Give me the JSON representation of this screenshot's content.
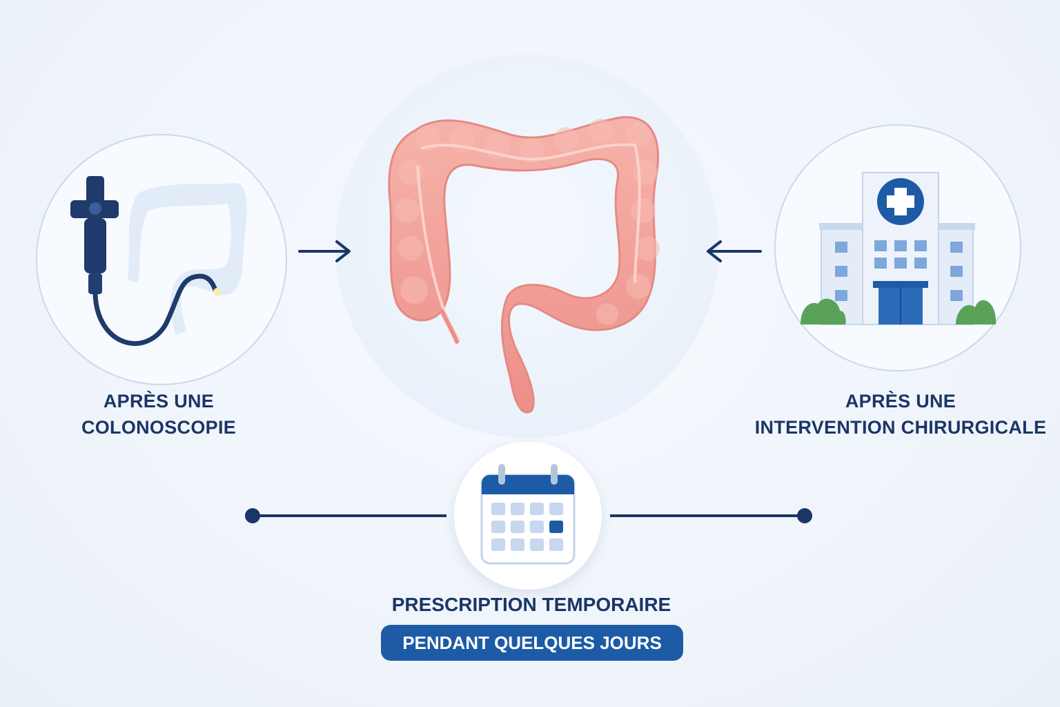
{
  "left_step": {
    "label_line1": "APRÈS UNE",
    "label_line2": "COLONOSCOPIE",
    "icon": "colonoscope-icon"
  },
  "center": {
    "icon": "colon-icon"
  },
  "right_step": {
    "label_line1": "APRÈS UNE",
    "label_line2": "INTERVENTION CHIRURGICALE",
    "icon": "hospital-icon"
  },
  "timeline": {
    "icon": "calendar-icon",
    "title": "PRESCRIPTION TEMPORAIRE",
    "duration": "PENDANT QUELQUES JOURS"
  },
  "colors": {
    "navy": "#1b3566",
    "accent_blue": "#1d5ba6",
    "colon_pink": "#f2a39c",
    "background": "#f2f6fb"
  }
}
